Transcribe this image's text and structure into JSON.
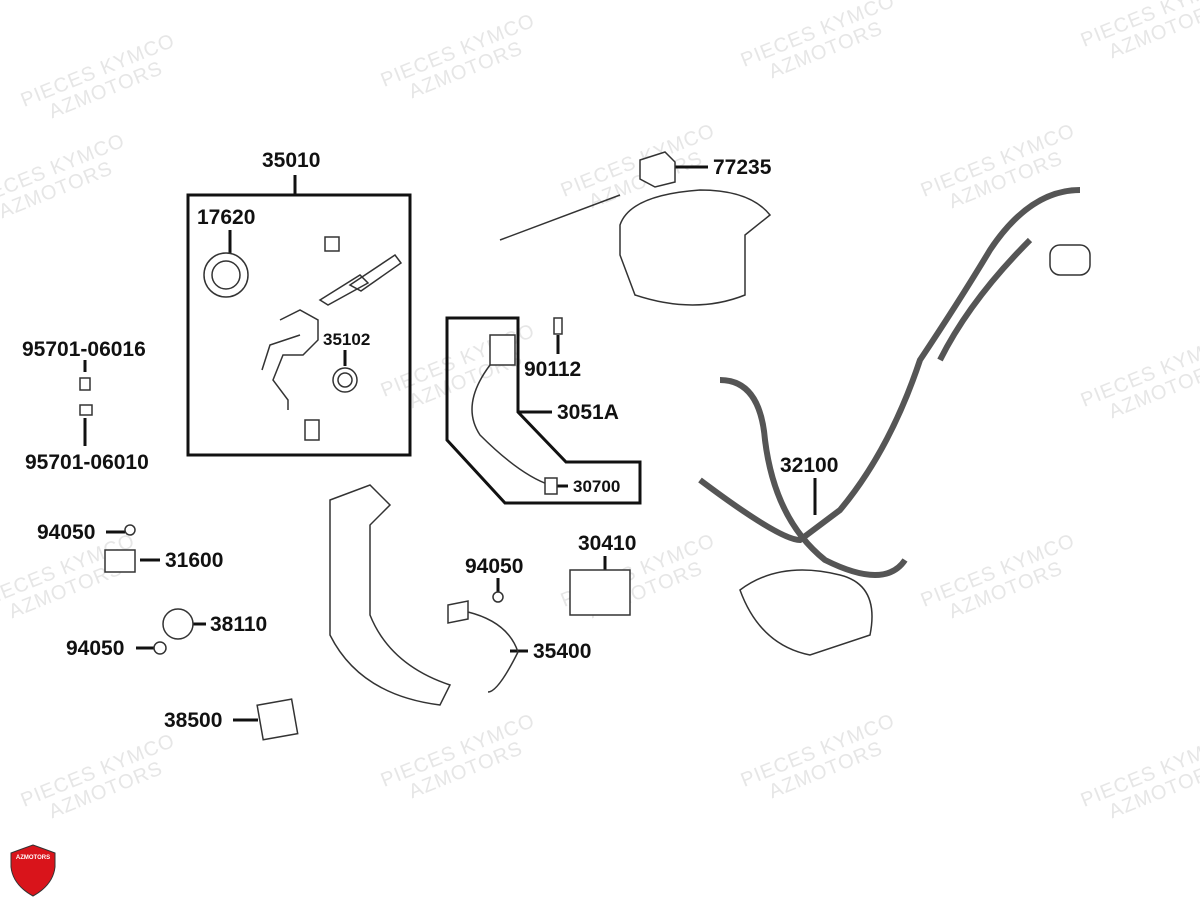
{
  "watermark": {
    "line1": "PIECES KYMCO",
    "line2": "AZMOTORS"
  },
  "logo": {
    "text": "AZMOTORS",
    "color": "#d9141b"
  },
  "labels": {
    "p35010": "35010",
    "p17620": "17620",
    "p35102": "35102",
    "p95701_06016": "95701-06016",
    "p95701_06010": "95701-06010",
    "p77235": "77235",
    "p90112": "90112",
    "p3051A": "3051A",
    "p30700": "30700",
    "p32100": "32100",
    "p30410": "30410",
    "p94050_a": "94050",
    "p31600": "31600",
    "p38110": "38110",
    "p94050_b": "94050",
    "p38500": "38500",
    "p94050_c": "94050",
    "p35400": "35400"
  }
}
